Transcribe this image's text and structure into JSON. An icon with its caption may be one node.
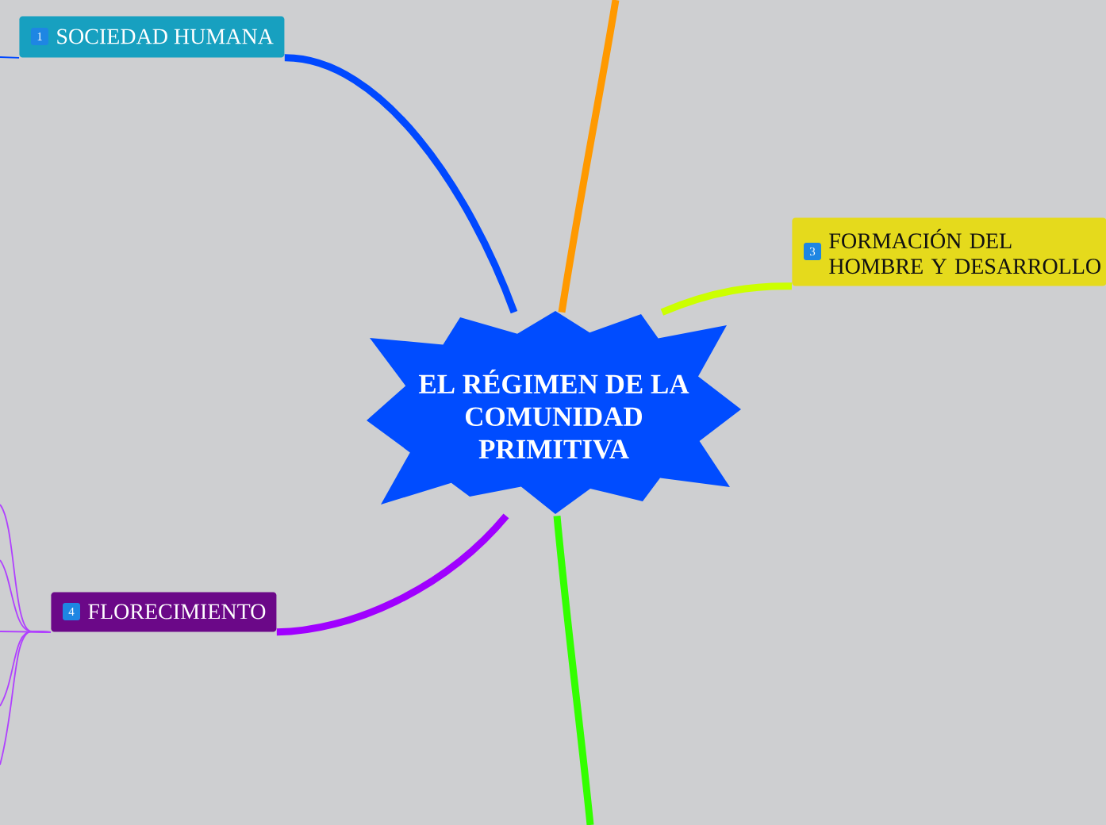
{
  "diagram": {
    "nodes": [
      {
        "text": [
          "EL RÉGIMEN DE LA COMUNIDAD PRIMITIVA"
        ]
      },
      {
        "text": [
          "1",
          "SOCIEDAD HUMANA"
        ]
      },
      {
        "text": [
          "3",
          "FORMACIÓN DEL HOMBRE Y DESARROLLO"
        ]
      },
      {
        "text": [
          "4",
          "FLORECIMIENTO"
        ]
      }
    ],
    "edges": [
      {
        "from": 0,
        "to": 1,
        "arrow": "none",
        "style": "thick",
        "color": "#0048ff"
      },
      {
        "from": 0,
        "to": null,
        "arrow": "none",
        "style": "thick",
        "color": "#ff9900"
      },
      {
        "from": 0,
        "to": 2,
        "arrow": "none",
        "style": "thick",
        "color": "#ccff00"
      },
      {
        "from": 0,
        "to": 3,
        "arrow": "none",
        "style": "thick",
        "color": "#a000ff"
      },
      {
        "from": 0,
        "to": null,
        "arrow": "none",
        "style": "thick",
        "color": "#33ff00"
      },
      {
        "from": 1,
        "to": null,
        "arrow": "none",
        "color": "#0048ff"
      },
      {
        "from": 3,
        "to": null,
        "arrow": "none",
        "color": "#b040ff"
      },
      {
        "from": 3,
        "to": null,
        "arrow": "none",
        "color": "#b040ff"
      },
      {
        "from": 3,
        "to": null,
        "arrow": "none",
        "color": "#b040ff"
      },
      {
        "from": 3,
        "to": null,
        "arrow": "none",
        "color": "#b040ff"
      },
      {
        "from": 3,
        "to": null,
        "arrow": "none",
        "color": "#b040ff"
      }
    ]
  }
}
